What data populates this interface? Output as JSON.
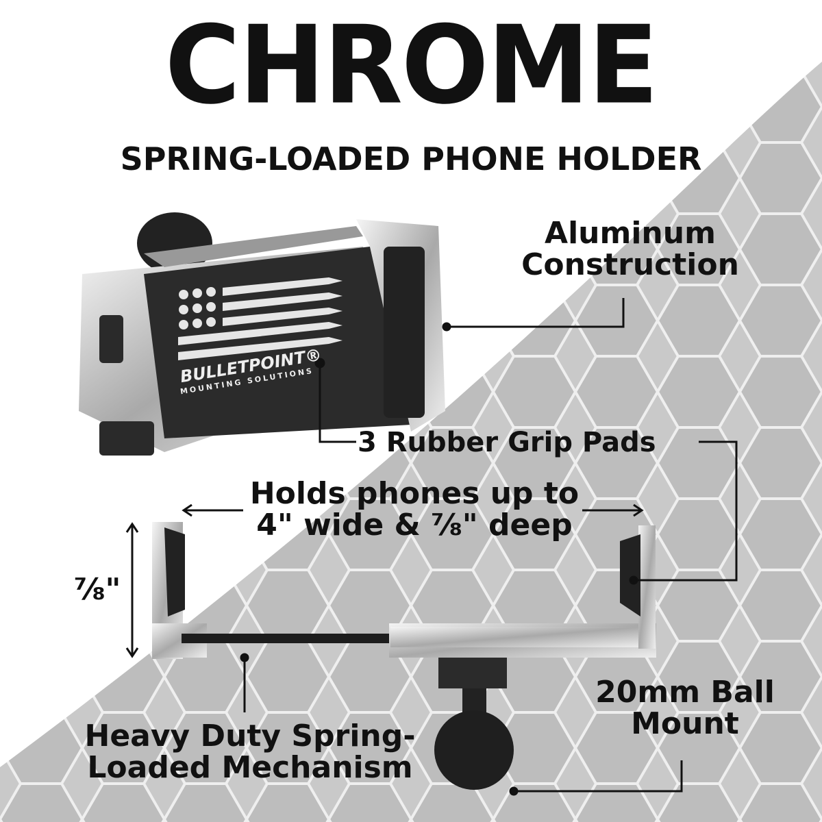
{
  "header": {
    "title": "CHROME",
    "subtitle": "SPRING-LOADED PHONE HOLDER"
  },
  "callouts": {
    "aluminum": "Aluminum Construction",
    "grip_pads": "3 Rubber Grip Pads",
    "holds": "Holds phones up to 4\" wide & ⅞\" deep",
    "depth": "⅞\"",
    "ball_mount": "20mm Ball Mount",
    "spring": "Heavy Duty Spring-Loaded Mechanism"
  },
  "logo": {
    "brand": "BULLETPOINT®",
    "tagline": "MOUNTING SOLUTIONS"
  },
  "colors": {
    "text": "#111111",
    "chrome": "#d9d9d9",
    "rubber": "#2a2a2a",
    "background_pattern": "#c8c8c8"
  }
}
